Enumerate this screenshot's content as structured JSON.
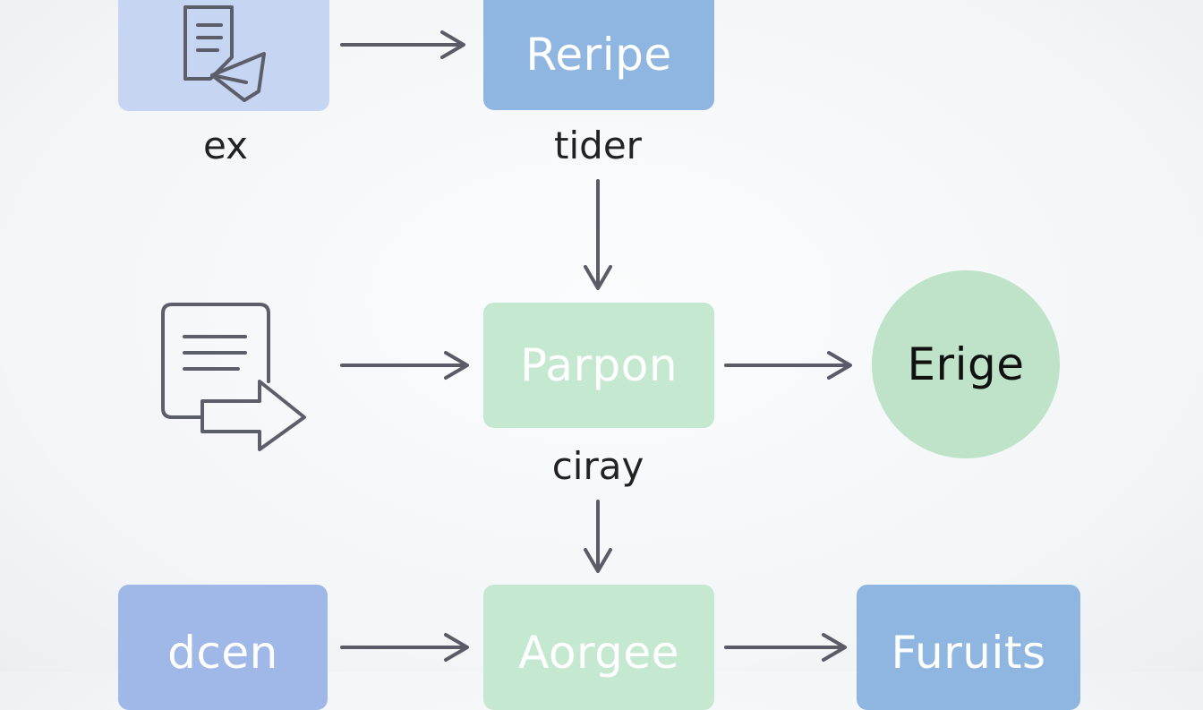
{
  "colors": {
    "light_blue": "#c6d5f2",
    "mid_blue": "#8fb6e0",
    "deep_blue": "#9fb8e8",
    "light_green": "#c5e8d0",
    "circle_green": "#bfe3c8",
    "arrow": "#5a5b66",
    "icon_stroke": "#5c5f6a"
  },
  "nodes": {
    "reripe": {
      "label": "Reripe",
      "color": "#8fb6e0"
    },
    "parpon": {
      "label": "Parpon",
      "color": "#c5e8d0"
    },
    "erige": {
      "label": "Erige",
      "color": "#bfe3c8"
    },
    "dcen": {
      "label": "dcen",
      "color": "#9fb8e8"
    },
    "aorgee": {
      "label": "Aorgee",
      "color": "#c5e8d0"
    },
    "furuits": {
      "label": "Furuits",
      "color": "#8fb6e0"
    }
  },
  "labels": {
    "ex": "ex",
    "tider": "tider",
    "ciray": "ciray"
  },
  "icons": {
    "top": "document-send-icon",
    "middle": "document-forward-icon"
  }
}
